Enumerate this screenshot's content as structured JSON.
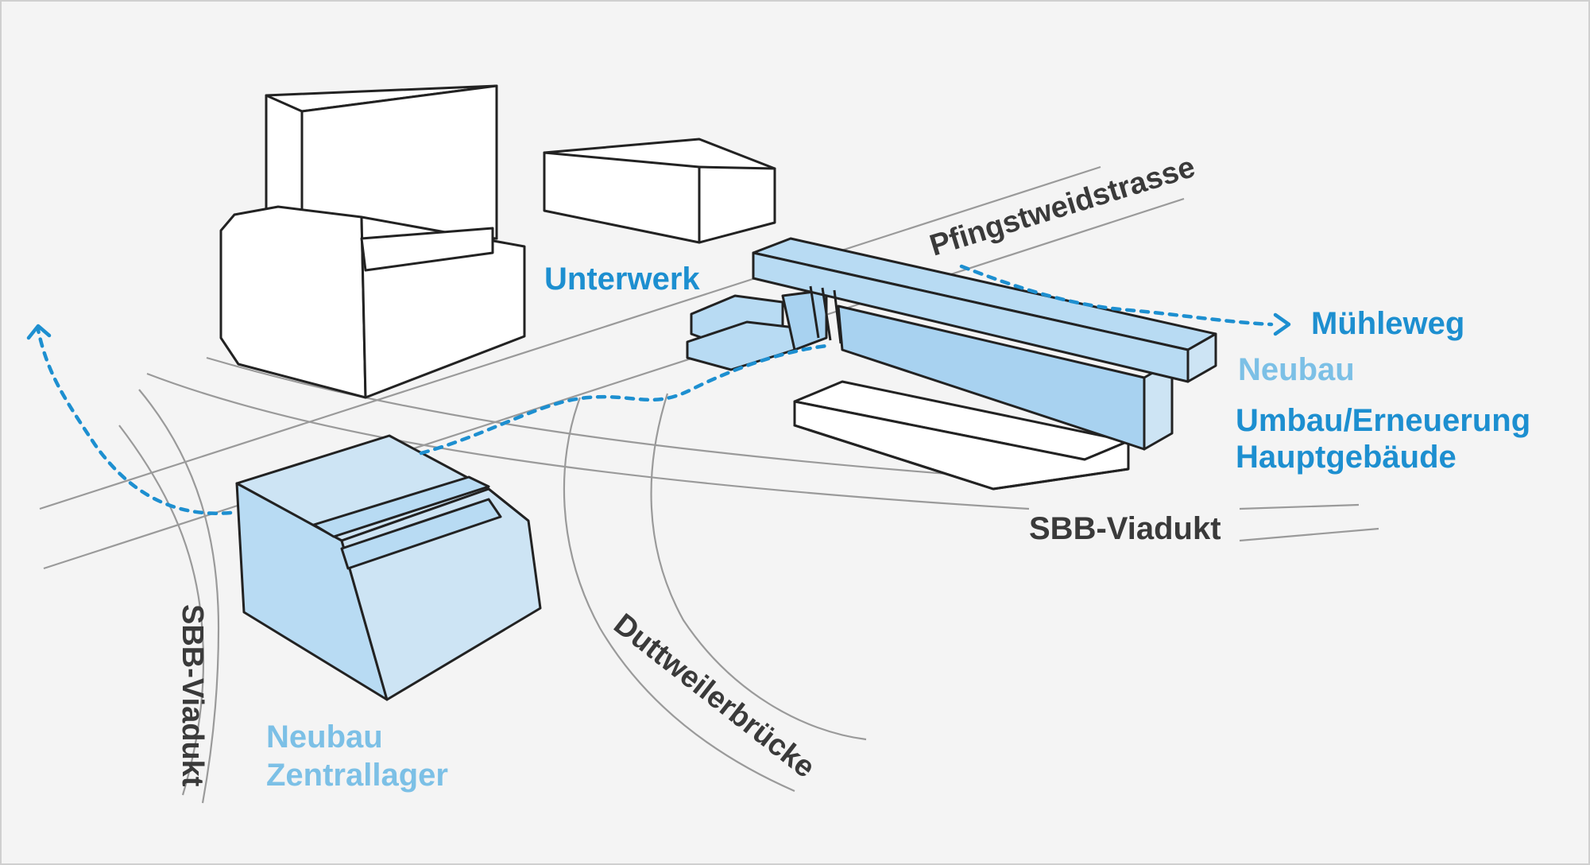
{
  "labels": {
    "unterwerk": "Unterwerk",
    "pfingstweidstrasse": "Pfingstweidstrasse",
    "muehleweg": "Mühleweg",
    "neubau_main": "Neubau",
    "umbau_line1": "Umbau/Erneuerung",
    "umbau_line2": "Hauptgebäude",
    "sbb_viadukt_horizontal": "SBB-Viadukt",
    "sbb_viadukt_vertical": "SBB-Viadukt",
    "duttweilerbruecke": "Duttweilerbrücke",
    "zentrallager_line1": "Neubau",
    "zentrallager_line2": "Zentrallager"
  },
  "colors": {
    "background": "#f4f4f4",
    "label_dark": "#3a3a3a",
    "label_blue": "#1d8fd0",
    "label_light_blue": "#7cc0e6",
    "building_new": "#cde4f4",
    "building_existing": "#ffffff",
    "road_lines": "#9a9a9a",
    "path_dashed": "#1d8fd0"
  }
}
